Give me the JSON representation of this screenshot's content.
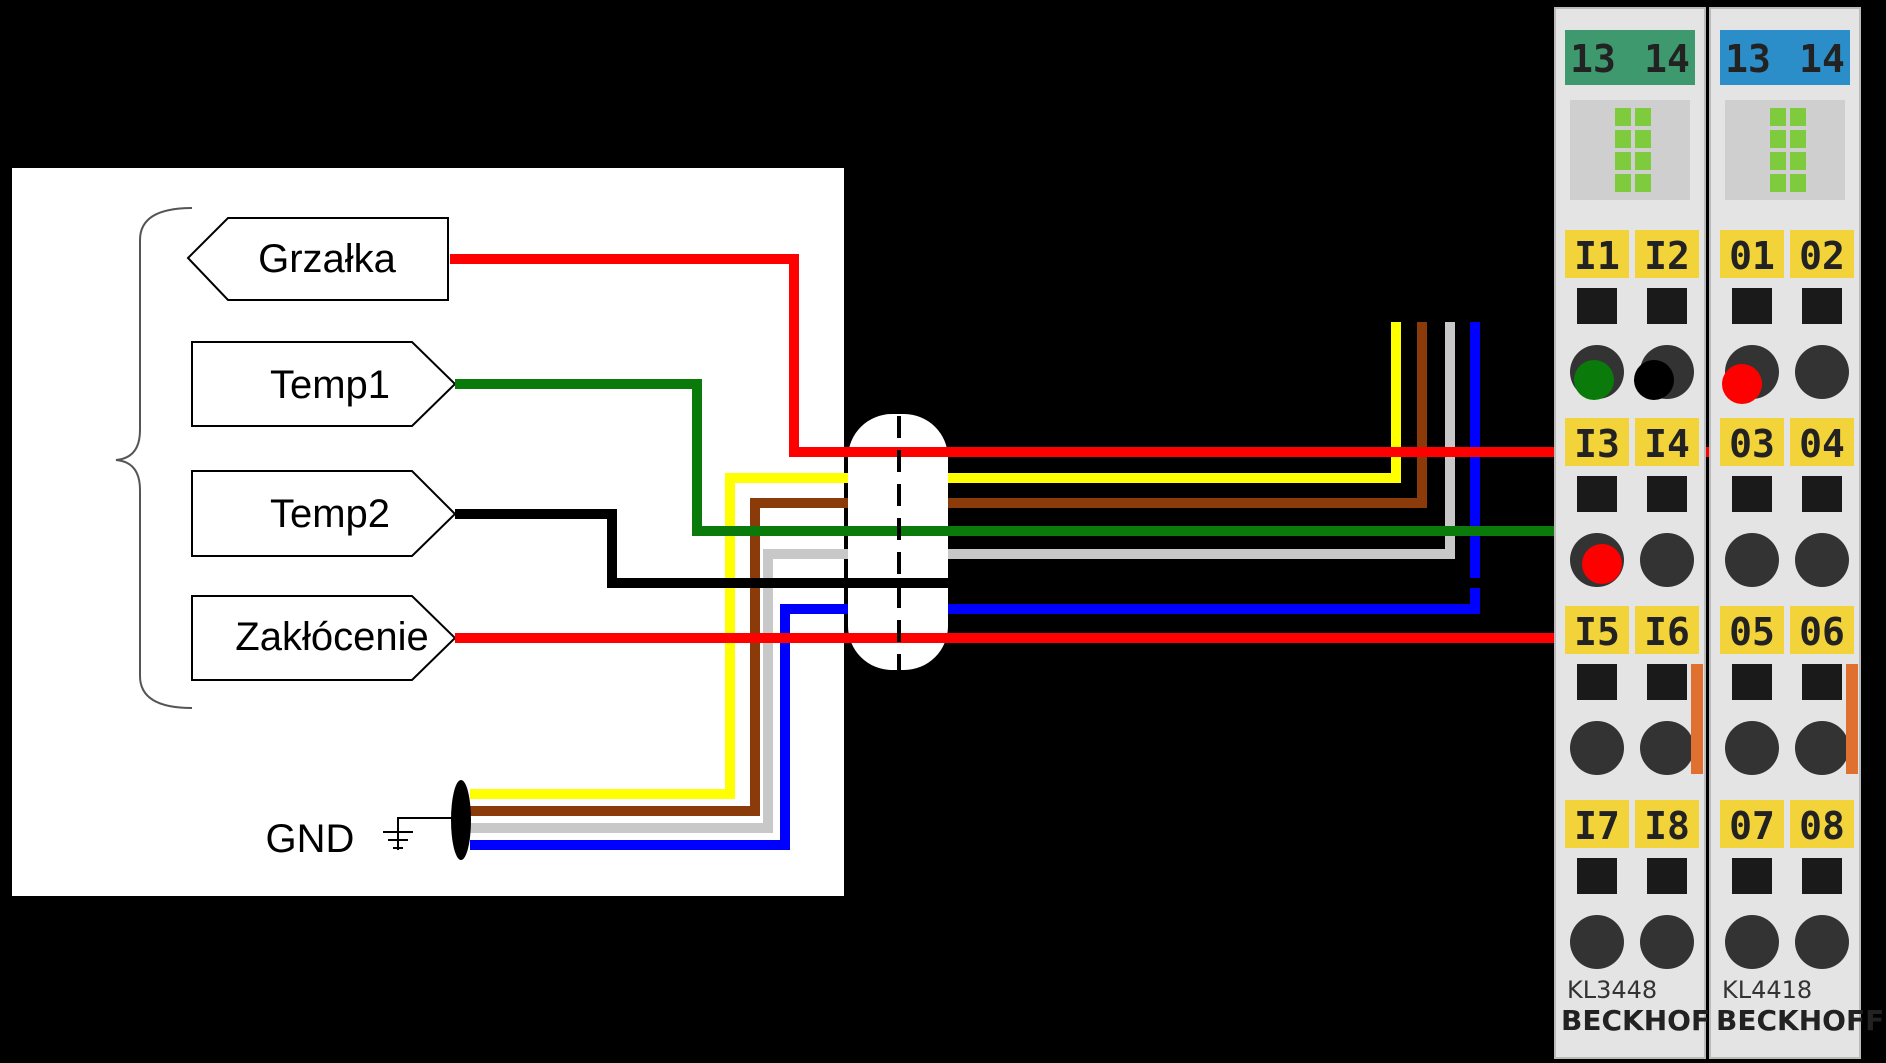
{
  "signals": {
    "heater": "Grzałka",
    "temp1": "Temp1",
    "temp2": "Temp2",
    "noise": "Zakłócenie"
  },
  "ground_label": "GND",
  "modules": [
    {
      "model": "KL3448",
      "brand": "BECKHOFF",
      "top_labels": [
        "13",
        "14"
      ],
      "top_color": "#3e9a6e",
      "pin_rows": [
        [
          "I1",
          "I2"
        ],
        [
          "I3",
          "I4"
        ],
        [
          "I5",
          "I6"
        ],
        [
          "I7",
          "I8"
        ]
      ]
    },
    {
      "model": "KL4418",
      "brand": "BECKHOFF",
      "top_labels": [
        "13",
        "14"
      ],
      "top_color": "#2b8ec8",
      "pin_rows": [
        [
          "01",
          "02"
        ],
        [
          "03",
          "04"
        ],
        [
          "05",
          "06"
        ],
        [
          "07",
          "08"
        ]
      ]
    }
  ],
  "wire_colors": {
    "red": "#ff0000",
    "green": "#0a7a0a",
    "black": "#000000",
    "yellow": "#ffff00",
    "brown": "#8b3a0a",
    "gray": "#c8c8c8",
    "blue": "#0000ff"
  }
}
